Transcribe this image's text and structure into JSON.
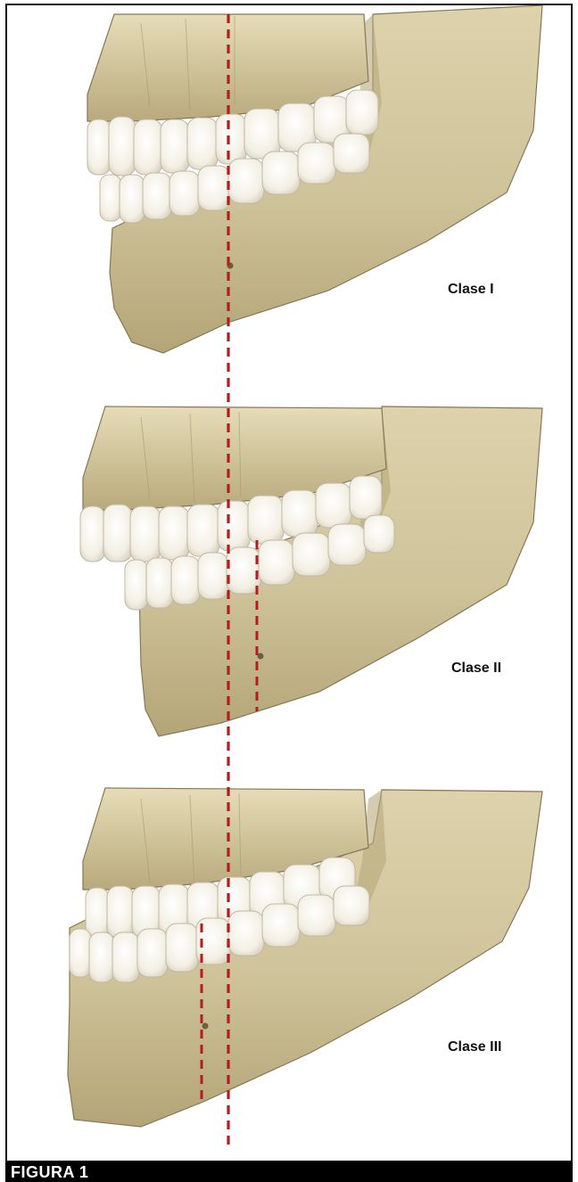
{
  "figure": {
    "labels": [
      "Clase I",
      "Clase II",
      "Clase III"
    ],
    "caption": "FIGURA 1"
  },
  "colors": {
    "bone": "#cfc39a",
    "bone_shade": "#a89a6c",
    "bone_dark": "#857753",
    "tooth": "#f6f3ea",
    "tooth_edge": "#cfc9b6",
    "reference_line": "#b01e1e"
  },
  "icons": [
    "jaw-class-i-illustration",
    "jaw-class-ii-illustration",
    "jaw-class-iii-illustration"
  ]
}
